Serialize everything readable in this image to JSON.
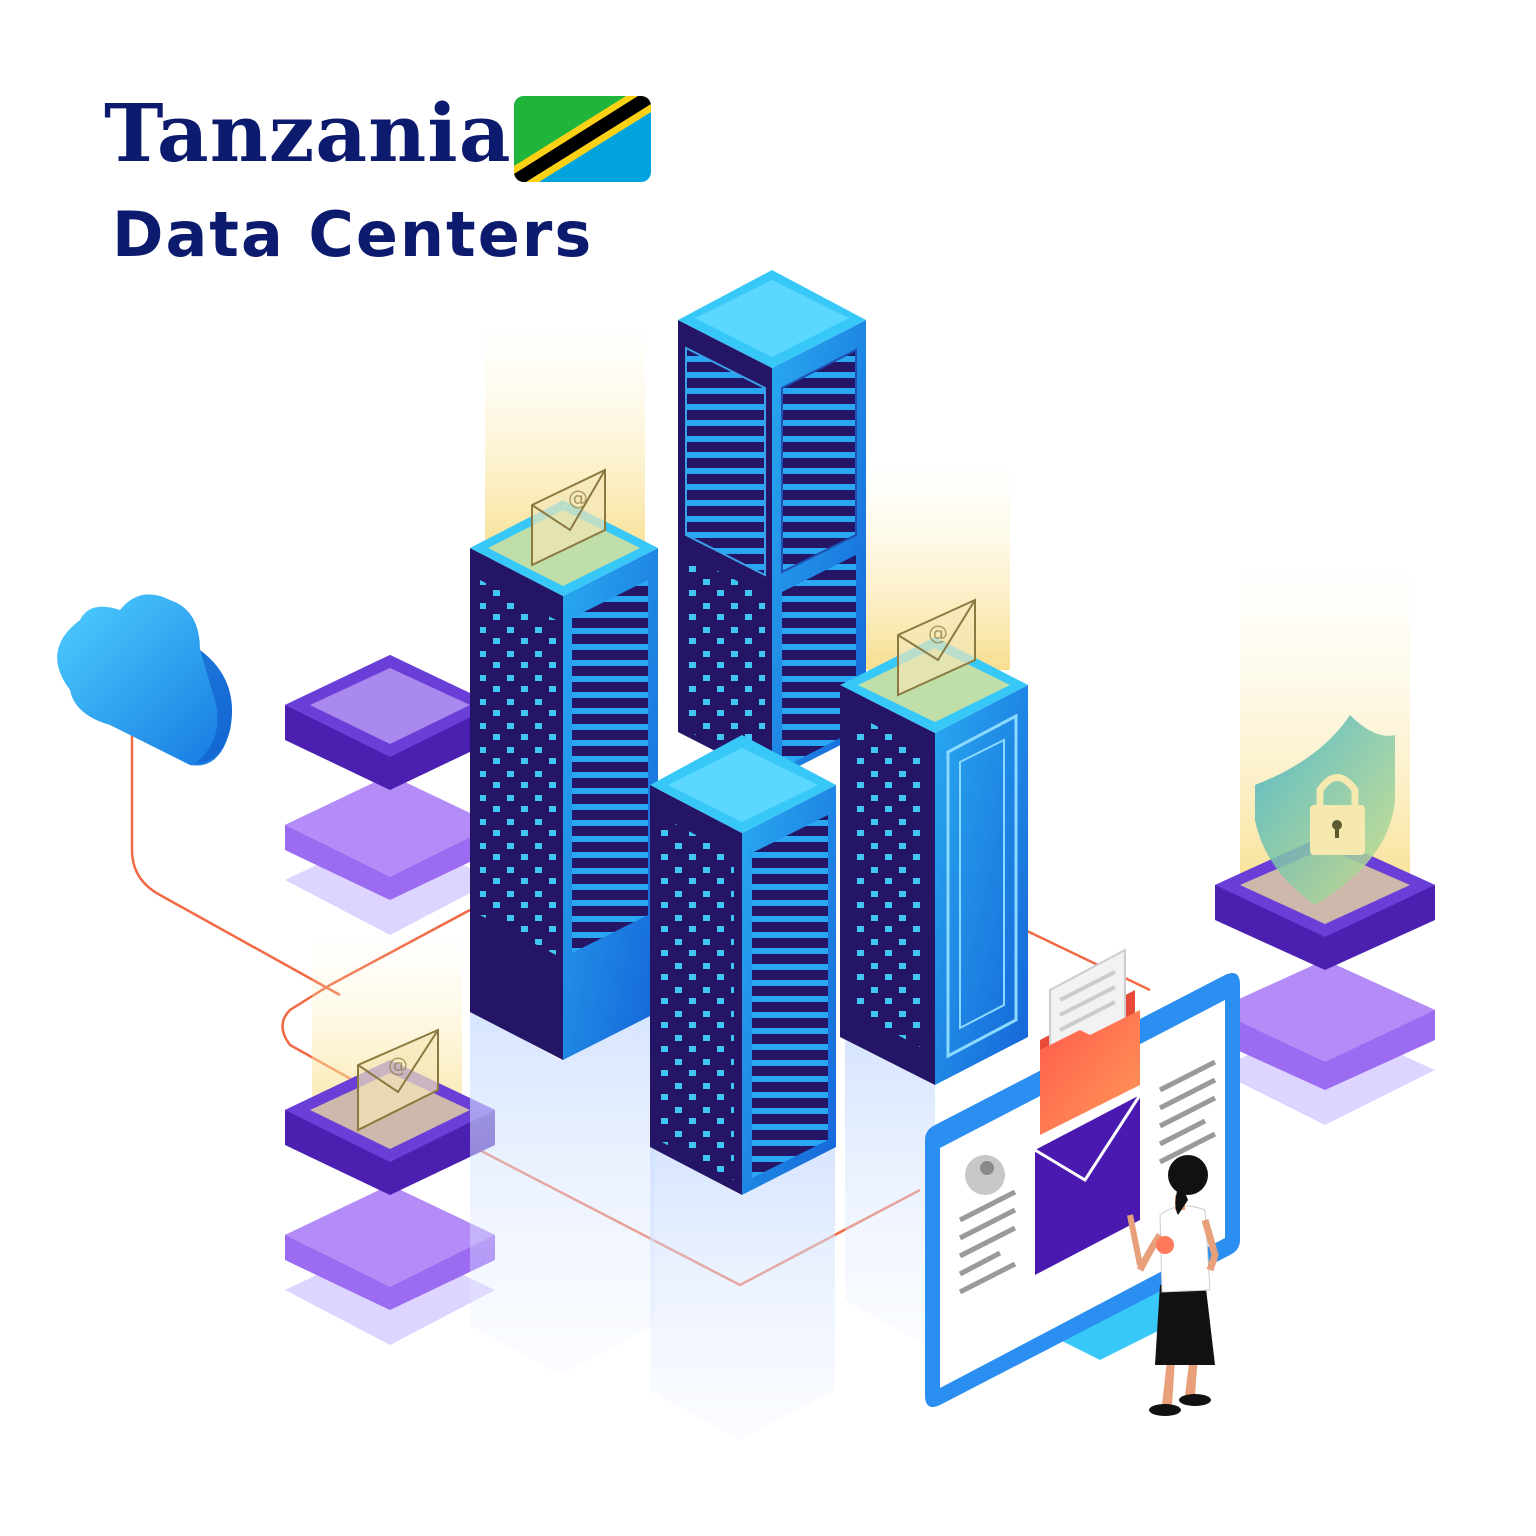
{
  "header": {
    "title_country": "Tanzania",
    "title_subject": "Data Centers"
  },
  "colors": {
    "title": "#0d1b6e",
    "tower_front": "#2a1a6e",
    "tower_side": "#1e88e5",
    "tower_top": "#38c8f8",
    "platform": "#6a3fd8",
    "connector_line": "#f06a45",
    "glow": "#f8e6a0",
    "flag_green": "#1eb53a",
    "flag_blue": "#00a3dd",
    "flag_yellow": "#fcd116",
    "flag_black": "#000000"
  },
  "icons": [
    "tanzania-flag-icon",
    "cloud-icon",
    "email-envelope-icon",
    "shield-lock-icon",
    "folder-icon",
    "user-profile-icon",
    "person-figure"
  ]
}
